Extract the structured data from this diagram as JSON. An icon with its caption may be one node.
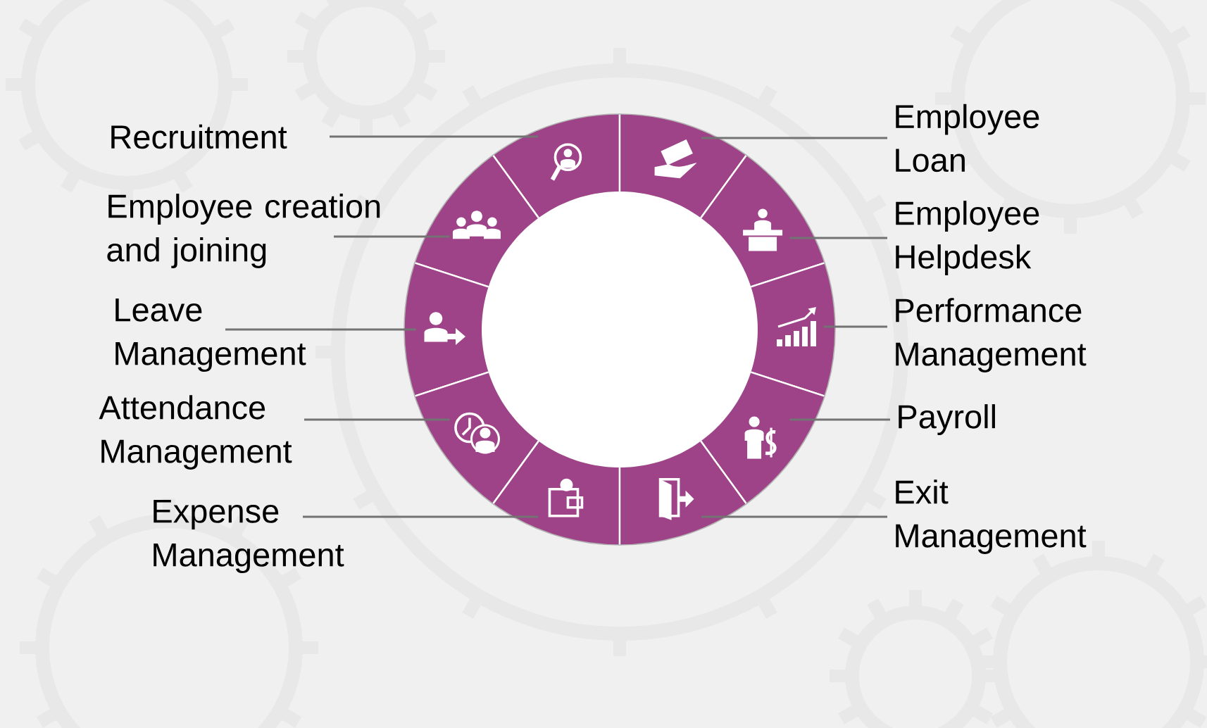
{
  "diagram": {
    "nodes": [
      {
        "text": [
          "Recruitment"
        ]
      },
      {
        "text": [
          "Employee creation and joining"
        ]
      },
      {
        "text": [
          "Leave Management"
        ]
      },
      {
        "text": [
          "Attendance Management"
        ]
      },
      {
        "text": [
          "Expense Management"
        ]
      },
      {
        "text": [
          "Employee Loan"
        ]
      },
      {
        "text": [
          "Employee Helpdesk"
        ]
      },
      {
        "text": [
          "Performance Management"
        ]
      },
      {
        "text": [
          "Payroll"
        ]
      },
      {
        "text": [
          "Exit Management"
        ]
      },
      {
        "text": [],
        "shape": "picture"
      },
      {
        "text": [],
        "shape": "picture"
      },
      {
        "text": [],
        "shape": "picture"
      },
      {
        "text": [],
        "shape": "picture"
      },
      {
        "text": [],
        "shape": "picture"
      },
      {
        "text": [],
        "shape": "picture"
      },
      {
        "text": [],
        "shape": "picture"
      },
      {
        "text": [],
        "shape": "picture"
      },
      {
        "text": [],
        "shape": "picture"
      },
      {
        "text": [],
        "shape": "picture"
      }
    ],
    "edges": [
      {
        "from": 0,
        "to": 10,
        "arrow": "none"
      },
      {
        "from": 1,
        "to": 11,
        "arrow": "none"
      },
      {
        "from": 2,
        "to": 12,
        "arrow": "none"
      },
      {
        "from": 3,
        "to": 13,
        "arrow": "none"
      },
      {
        "from": 4,
        "to": 14,
        "arrow": "none"
      },
      {
        "from": 5,
        "to": 15,
        "arrow": "none"
      },
      {
        "from": 6,
        "to": 16,
        "arrow": "none"
      },
      {
        "from": 7,
        "to": 17,
        "arrow": "none"
      },
      {
        "from": 8,
        "to": 18,
        "arrow": "none"
      },
      {
        "from": 9,
        "to": 19,
        "arrow": "none"
      }
    ]
  }
}
